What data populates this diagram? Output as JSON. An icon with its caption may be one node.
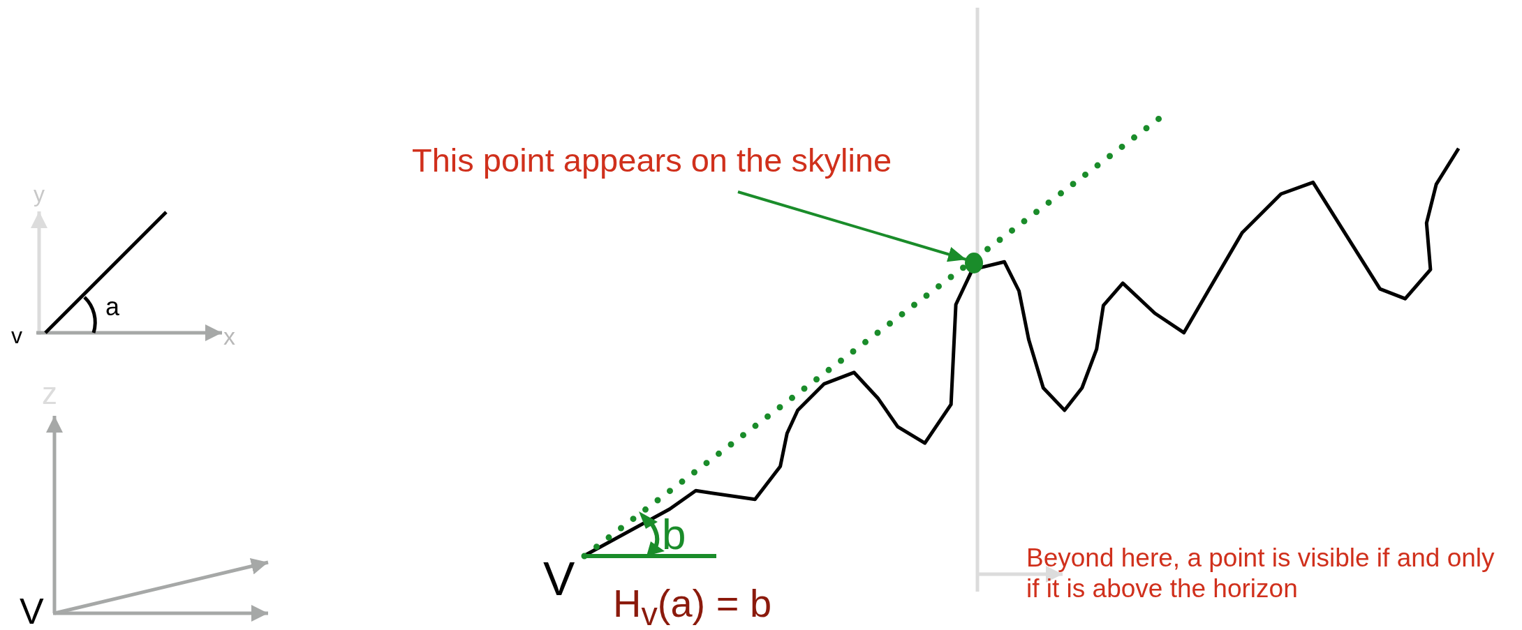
{
  "diagram": {
    "nodes": [
      {
        "text": [
          "This point appears on the skyline"
        ]
      },
      {
        "text": [],
        "shape": "circle"
      }
    ],
    "edges": [
      {
        "from": 0,
        "to": 1,
        "arrow": "to",
        "color": "#1a8c2a"
      }
    ],
    "labels": [
      "y",
      "a",
      "v",
      "x",
      "z",
      "V",
      "V",
      "b",
      "H$_{v}$(a) = b",
      "Beyond here, a point is visible if and only if it is above the horizon"
    ]
  }
}
